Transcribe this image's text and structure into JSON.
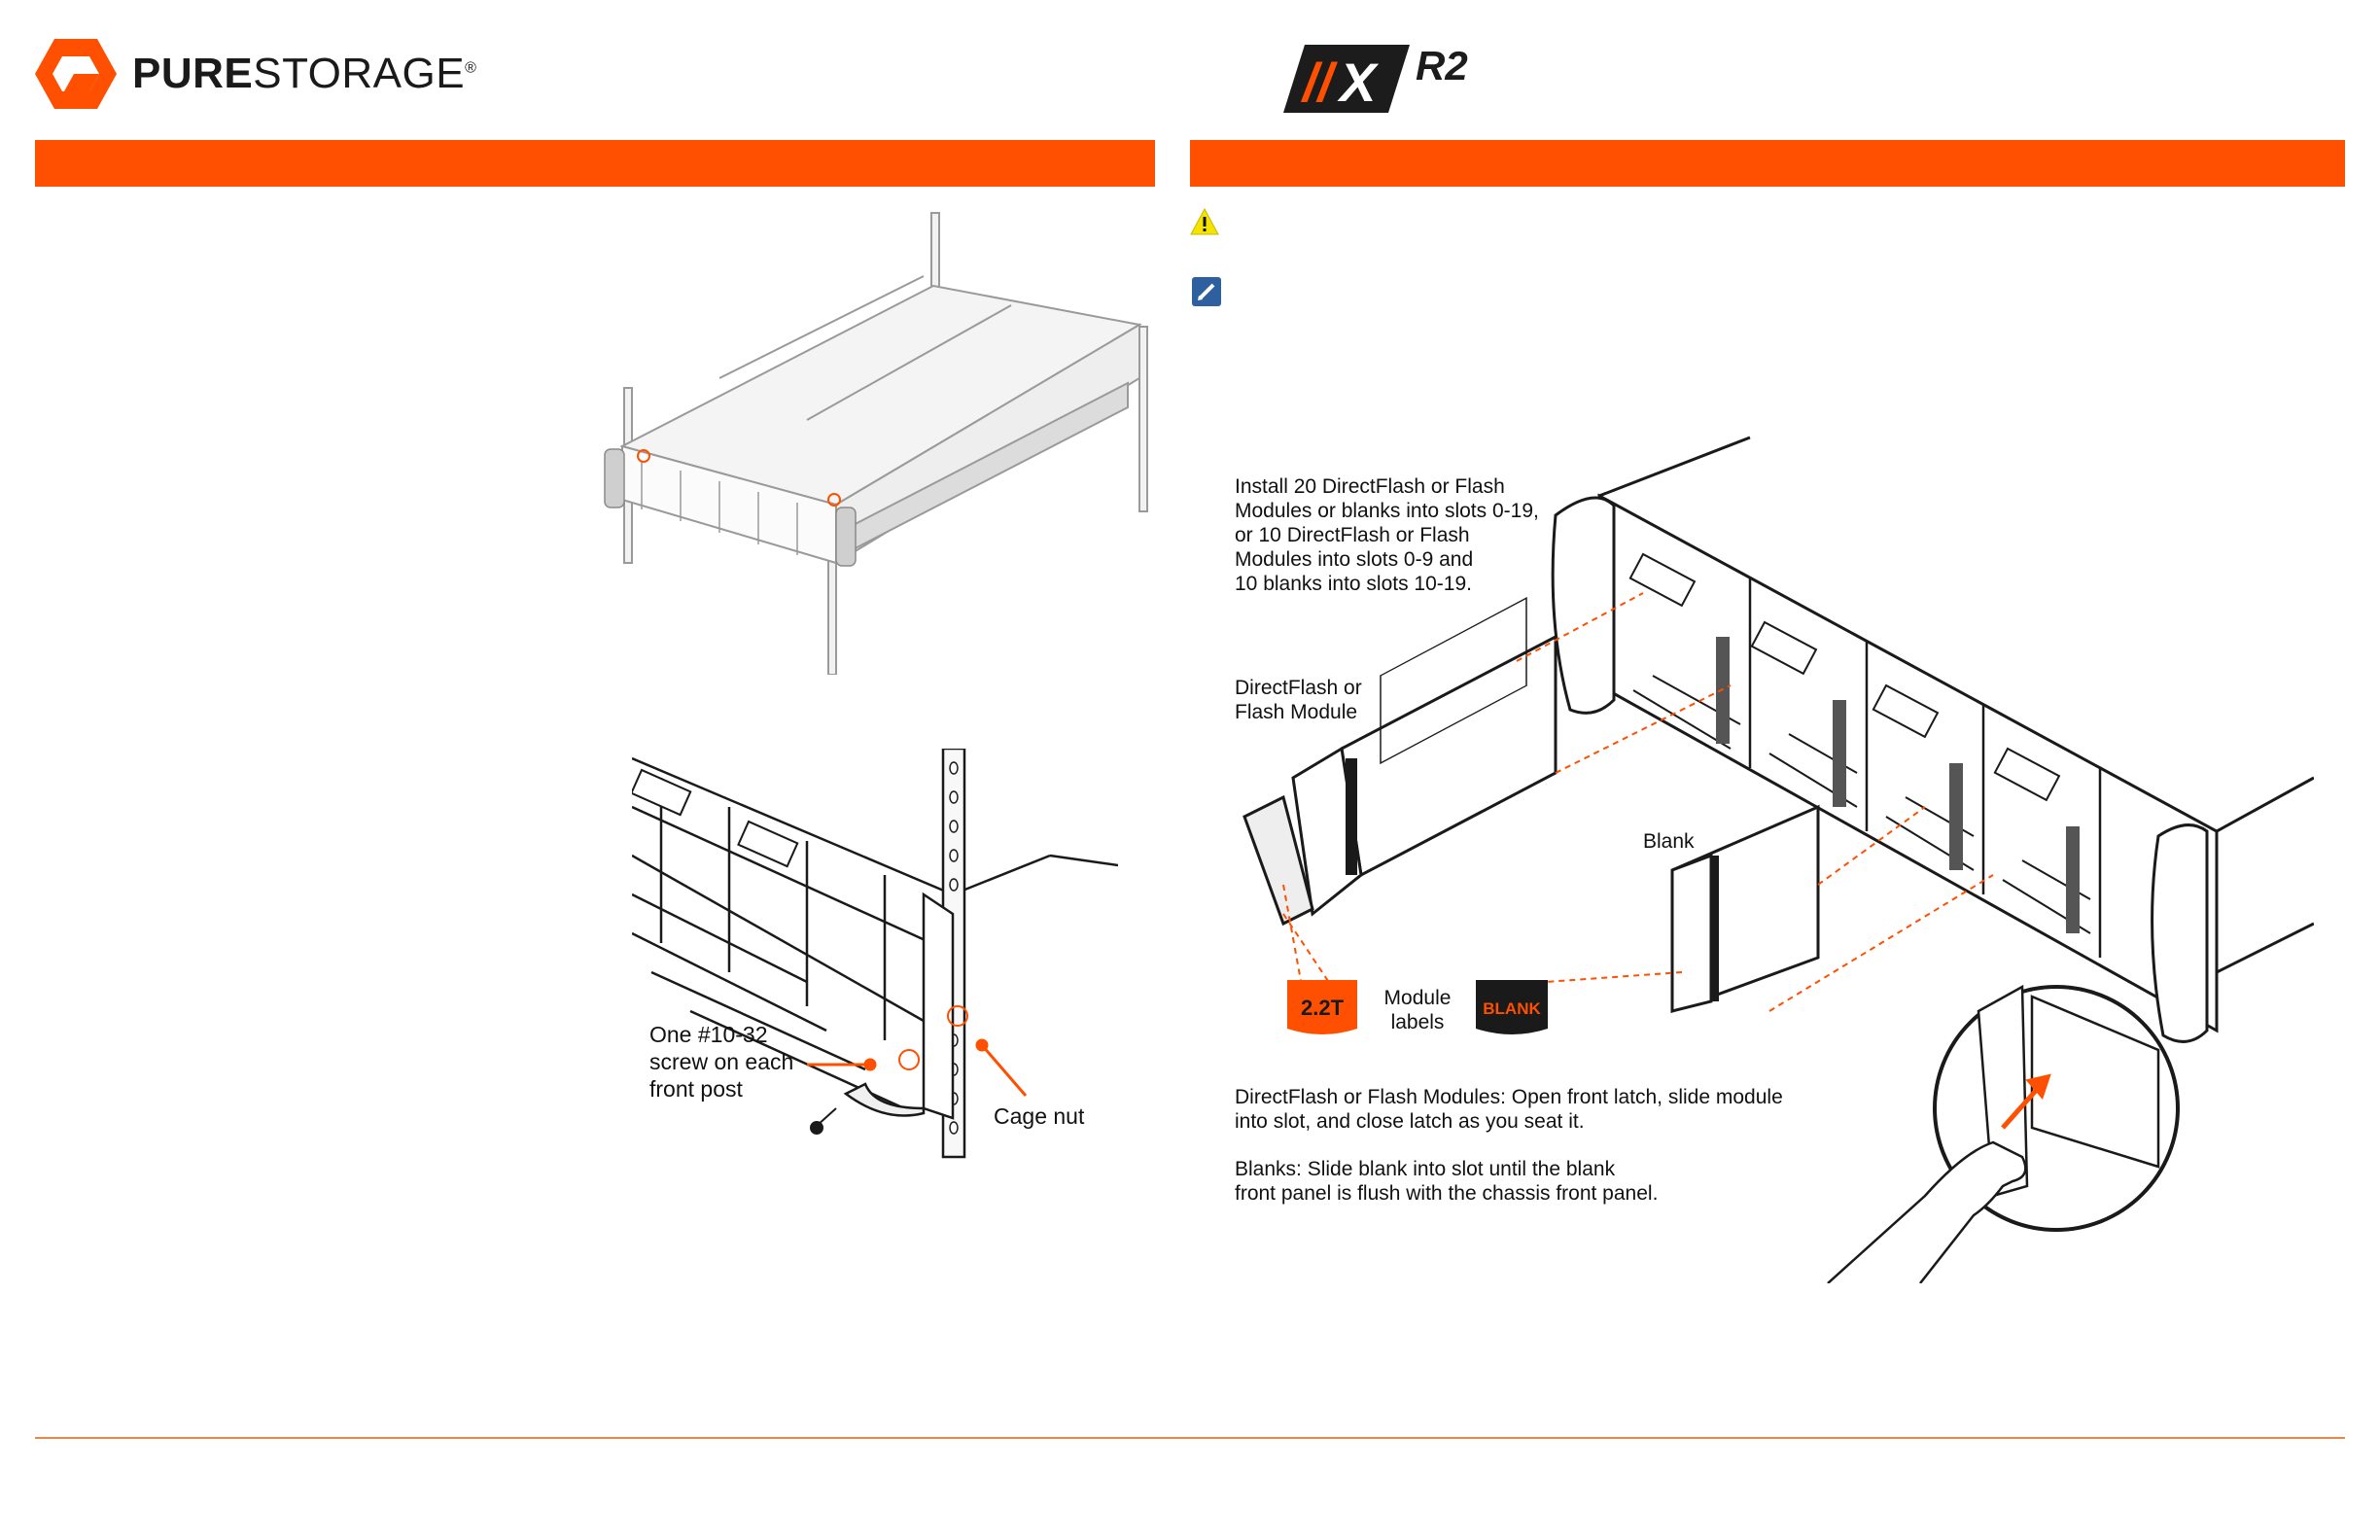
{
  "brand": {
    "name_bold": "PURE",
    "name_regular": "STORAGE",
    "registered": "®"
  },
  "model_badge": {
    "mark": "//X",
    "suffix": "R2"
  },
  "colors": {
    "accent": "#fe5000",
    "rule": "#e8864c",
    "warning": "#f5e400",
    "note": "#2e5f9e"
  },
  "icons": {
    "warning": "warning-icon",
    "note": "pencil-note-icon"
  },
  "left_panel": {
    "rack_callouts": {
      "screw": "One #10-32\nscrew on each\nfront post",
      "cage_nut": "Cage nut"
    }
  },
  "right_panel": {
    "install_note": "Install 20 DirectFlash or Flash\nModules or blanks into slots 0-19,\nor 10 DirectFlash or Flash\nModules into slots 0-9 and\n10 blanks into slots 10-19.",
    "module_label": "DirectFlash or\nFlash Module",
    "blank_label": "Blank",
    "module_labels_caption": "Module\nlabels",
    "badge_capacity": "2.2T",
    "badge_blank": "BLANK",
    "instructions_modules": "DirectFlash or Flash Modules: Open front latch, slide module\ninto slot, and close latch as you seat it.",
    "instructions_blanks": "Blanks: Slide blank into slot until the blank\nfront panel is flush with the chassis front panel."
  }
}
